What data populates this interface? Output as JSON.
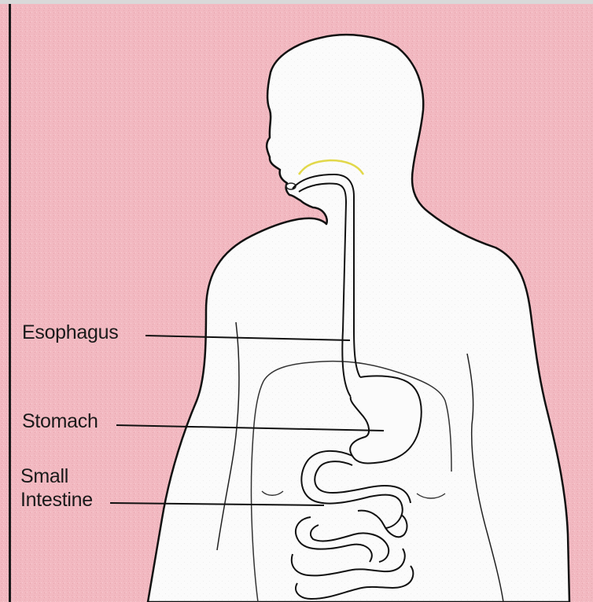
{
  "diagram": {
    "labels": {
      "esophagus": "Esophagus",
      "stomach": "Stomach",
      "small_intestine_line1": "Small",
      "small_intestine_line2": "Intestine"
    },
    "colors": {
      "background": "#f2b9c1",
      "body_fill": "#fbfbfb",
      "outline": "#111111",
      "mouth_accent": "#e2d84a"
    }
  }
}
